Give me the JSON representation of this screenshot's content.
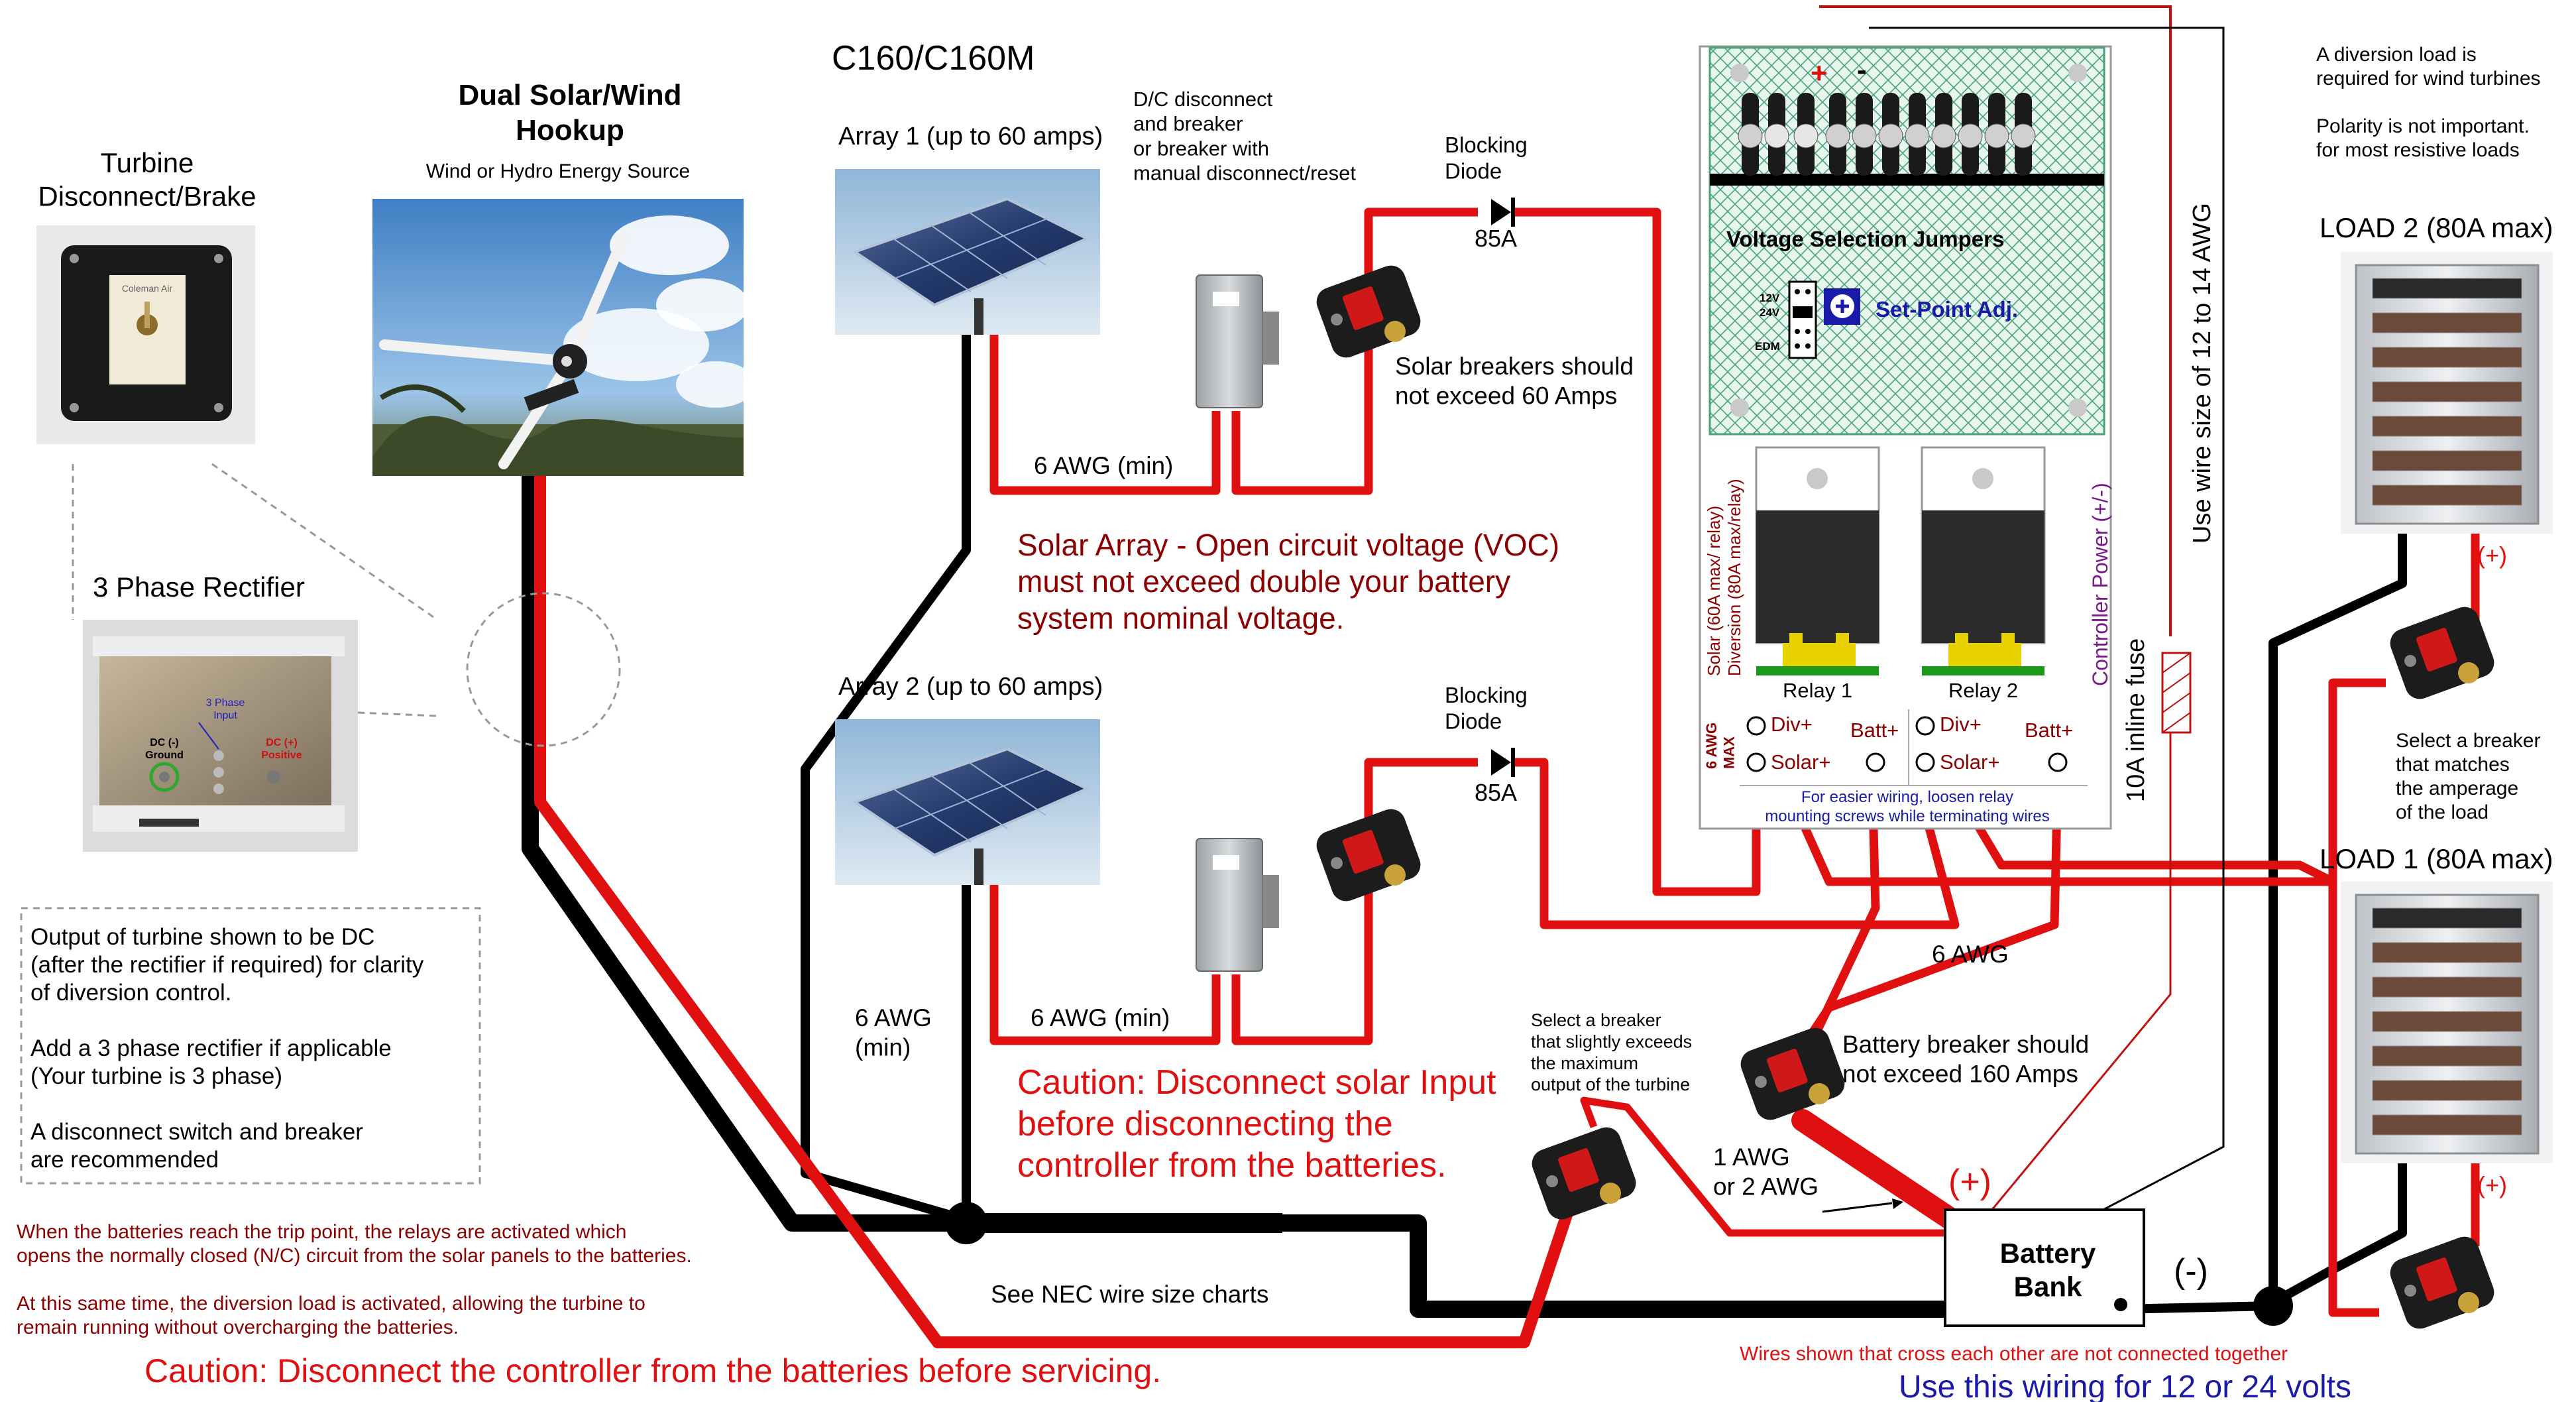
{
  "title": "C160/C160M",
  "turbine": {
    "heading": "Dual Solar/Wind\nHookup",
    "subheading": "Wind or Hydro Energy Source",
    "disconnect_label": "Turbine\nDisconnect/Brake",
    "box_brand": "Coleman Air",
    "rectifier_label": "3 Phase Rectifier",
    "rectifier_input": "3 Phase\nInput",
    "rectifier_ground": "DC (-)\nGround",
    "rectifier_positive": "DC (+)\nPositive",
    "note_box": [
      "Output of turbine shown to be DC",
      "(after the rectifier if required) for clarity",
      "of diversion control.",
      "",
      "Add a 3 phase rectifier if applicable",
      "(Your turbine is 3 phase)",
      "",
      "A disconnect switch and breaker",
      "are recommended"
    ]
  },
  "arrays": {
    "array1": "Array 1 (up to 60 amps)",
    "array2": "Array 2 (up to 60 amps)",
    "disconnect_note": "D/C disconnect\nand breaker\nor breaker with\nmanual disconnect/reset",
    "blocking_diode": "Blocking\nDiode",
    "diode_rating": "85A",
    "wire_6awg_min": "6 AWG (min)",
    "wire_6awg_min_2": "6 AWG\n(min)",
    "solar_breaker_note": "Solar breakers should\nnot exceed 60 Amps",
    "voc_warning": "Solar Array - Open circuit voltage  (VOC)\nmust not exceed double your battery\nsystem nominal voltage.",
    "caution_solar": "Caution: Disconnect solar Input\nbefore disconnecting the\ncontroller from the batteries."
  },
  "controller": {
    "plus": "+",
    "minus": "-",
    "jumpers": "Voltage Selection Jumpers",
    "v12": "12V",
    "v24": "24V",
    "edm": "EDM",
    "setpoint": "Set-Point Adj.",
    "relay_side": "Solar (60A max/ relay)\nDiversion (80A max/relay)",
    "relay1": "Relay 1",
    "relay2": "Relay 2",
    "awg_max": "6 AWG\nMAX",
    "div_plus": "Div+",
    "batt_plus": "Batt+",
    "solar_plus": "Solar+",
    "easy_wiring": "For easier wiring, loosen relay\nmounting screws while terminating wires",
    "controller_power": "Controller Power (+/-)",
    "wire_size_note": "Use wire size of 12 to 14 AWG",
    "inline_fuse": "10A inline fuse"
  },
  "loads": {
    "diversion_note": "A diversion load is\nrequired for wind turbines\n\nPolarity is not important.\nfor most resistive loads",
    "load2": "LOAD 2 (80A max)",
    "load1": "LOAD 1 (80A max)",
    "plus": "(+)",
    "breaker_match": "Select a breaker\nthat matches\nthe amperage\nof the load"
  },
  "battery": {
    "label": "Battery\nBank",
    "plus": "(+)",
    "minus": "(-)",
    "breaker_note": "Battery breaker should\nnot exceed 160 Amps",
    "wire_6awg": "6 AWG",
    "wire_1awg": "1 AWG\nor 2 AWG",
    "turbine_breaker": "Select a breaker\nthat slightly exceeds\nthe maximum\noutput of the turbine"
  },
  "footer": {
    "nec": "See NEC wire size charts",
    "trip_note": "When the batteries reach the trip point, the relays are activated which\nopens the normally closed (N/C) circuit from the solar panels to the batteries.\n\nAt this same time, the diversion load is activated, allowing the turbine to\nremain running without overcharging the batteries.",
    "caution_controller": "Caution: Disconnect the controller from the batteries before servicing.",
    "wires_cross": "Wires shown that cross each other are not connected together",
    "use_wiring": "Use this wiring for 12 or 24 volts"
  },
  "colors": {
    "positive_wire": "#e01010",
    "negative_wire": "#000000",
    "dark_red_text": "#8b0000",
    "caution_red": "#e01010",
    "blue_text": "#1a1aa8",
    "board_green": "#dff3e8",
    "board_grid": "#4aa27a",
    "relay_yellow": "#e7d200",
    "relay_green": "#1a9a1a",
    "purple": "#7a1a8a"
  }
}
